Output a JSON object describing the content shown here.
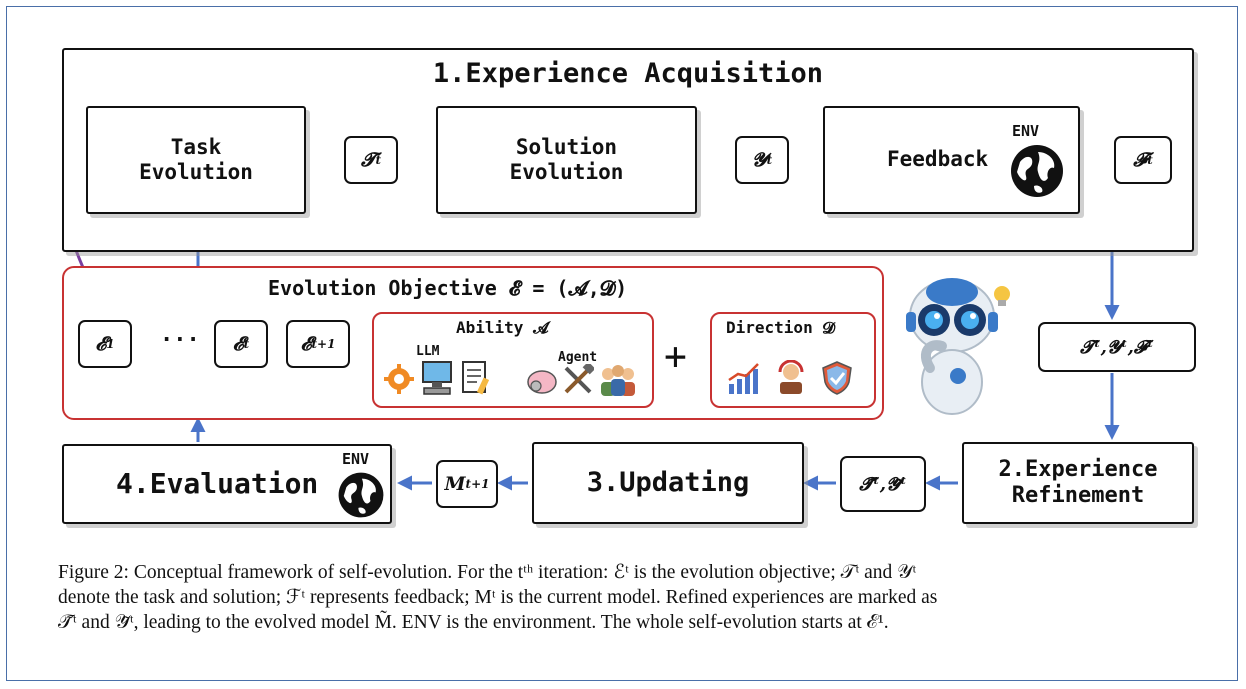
{
  "stages": {
    "acquisition": "1.Experience Acquisition",
    "task_line1": "Task",
    "task_line2": "Evolution",
    "solution_line1": "Solution",
    "solution_line2": "Evolution",
    "feedback": "Feedback",
    "refinement_line1": "2.Experience",
    "refinement_line2": "Refinement",
    "updating": "3.Updating",
    "evaluation": "4.Evaluation"
  },
  "env_label": "ENV",
  "vars": {
    "T": "𝓣",
    "Y": "𝓨",
    "F": "𝓕",
    "t": "t",
    "tf_combined": "𝓣ᵗ,𝓨ᵗ,𝓕ᵗ",
    "refined": "𝓣̃ᵗ,𝓨̃ᵗ",
    "M": "M",
    "t_plus_1": "t+1",
    "E": "𝓔",
    "one": "1",
    "ellipsis": "···"
  },
  "objective": {
    "title": "Evolution Objective 𝓔 = (𝓐,𝓓)",
    "ability_title": "Ability 𝓐",
    "llm_label": "LLM",
    "agent_label": "Agent",
    "plus": "+",
    "direction_title": "Direction 𝓓"
  },
  "caption": {
    "line1": "Figure 2: Conceptual framework of self-evolution. For the tᵗʰ iteration: ℰᵗ is the evolution objective; 𝒯ᵗ and 𝒴ᵗ",
    "line2": "denote the task and solution; ℱᵗ represents feedback; Mᵗ is the current model. Refined experiences are marked as",
    "line3": "𝒯̃ᵗ and 𝒴̃ᵗ, leading to the evolved model M̃. ENV is the environment. The whole self-evolution starts at ℰ¹."
  },
  "colors": {
    "arrow": "#4a74c9",
    "red_border": "#c83232",
    "purple_arrow": "#7b3fa0",
    "green_arrow": "#a8d8a0",
    "frame": "#4a6fa8"
  }
}
